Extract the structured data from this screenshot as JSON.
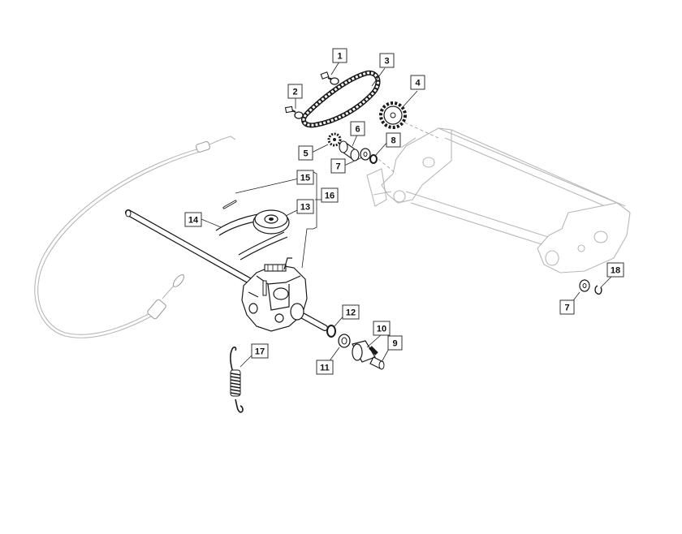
{
  "diagram": {
    "callouts": [
      "1",
      "2",
      "3",
      "4",
      "5",
      "6",
      "7",
      "8",
      "7",
      "9",
      "10",
      "11",
      "12",
      "13",
      "14",
      "15",
      "16",
      "17",
      "18"
    ]
  }
}
